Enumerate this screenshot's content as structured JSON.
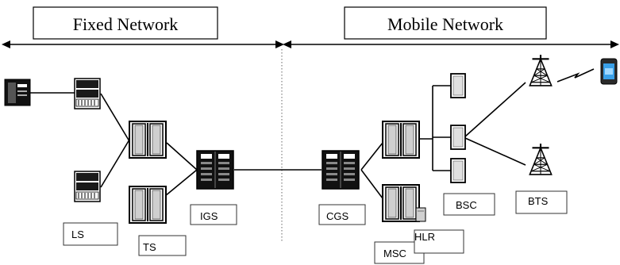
{
  "headers": {
    "fixed": "Fixed Network",
    "mobile": "Mobile Network"
  },
  "labels": {
    "ls": "LS",
    "ts": "TS",
    "igs": "IGS",
    "cgs": "CGS",
    "msc": "MSC",
    "hlr": "HLR",
    "bsc": "BSC",
    "bts": "BTS"
  },
  "icons": {
    "telephone": "telephone-icon",
    "local_switch": "switch-cabinet-icon",
    "transit_switch": "switch-cabinet-icon",
    "gateway_switch": "gateway-switch-icon",
    "base_station_controller": "bsc-unit-icon",
    "antenna_tower": "antenna-tower-icon",
    "mobile_phone": "mobile-phone-icon",
    "hlr_database": "database-icon"
  },
  "colors": {
    "line": "#000000",
    "box_border": "#333333",
    "divider": "#666666",
    "phone_screen": "#3aa0e8"
  }
}
